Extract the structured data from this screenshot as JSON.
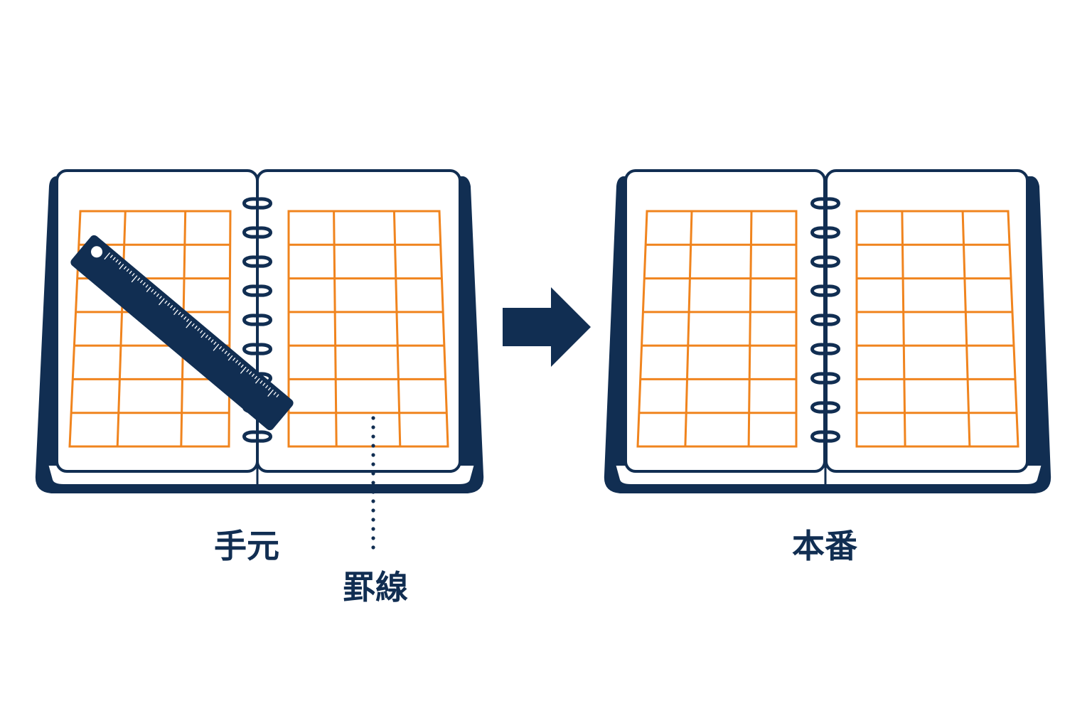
{
  "labels": {
    "draft": "手元",
    "ruled_lines": "罫線",
    "final": "本番"
  },
  "colors": {
    "navy": "#112e52",
    "grid_orange": "#f0841e",
    "page": "#ffffff"
  },
  "notebooks": [
    {
      "role": "draft",
      "has_ruler": true,
      "grid": {
        "rows": 7,
        "cols": 3
      }
    },
    {
      "role": "final",
      "has_ruler": false,
      "grid": {
        "rows": 7,
        "cols": 3
      }
    }
  ],
  "arrow": {
    "direction": "right",
    "icon": "right-arrow-icon"
  },
  "ruler": {
    "icon": "ruler-icon"
  }
}
